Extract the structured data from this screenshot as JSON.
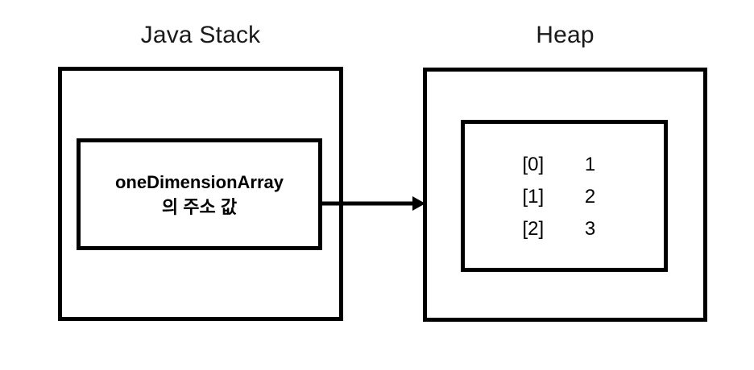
{
  "diagram": {
    "title": "Java memory: stack reference to heap array",
    "background_color": "#ffffff",
    "stroke_color": "#000000"
  },
  "stack": {
    "label": "Java Stack",
    "variable": {
      "name_line": "oneDimensionArray",
      "description_line": "의 주소 값"
    }
  },
  "heap": {
    "label": "Heap",
    "array": {
      "rows": [
        {
          "index": "[0]",
          "value": "1"
        },
        {
          "index": "[1]",
          "value": "2"
        },
        {
          "index": "[2]",
          "value": "3"
        }
      ]
    }
  },
  "arrow": {
    "name": "reference-arrow",
    "from": "stack-var-box",
    "to": "heap-box"
  }
}
